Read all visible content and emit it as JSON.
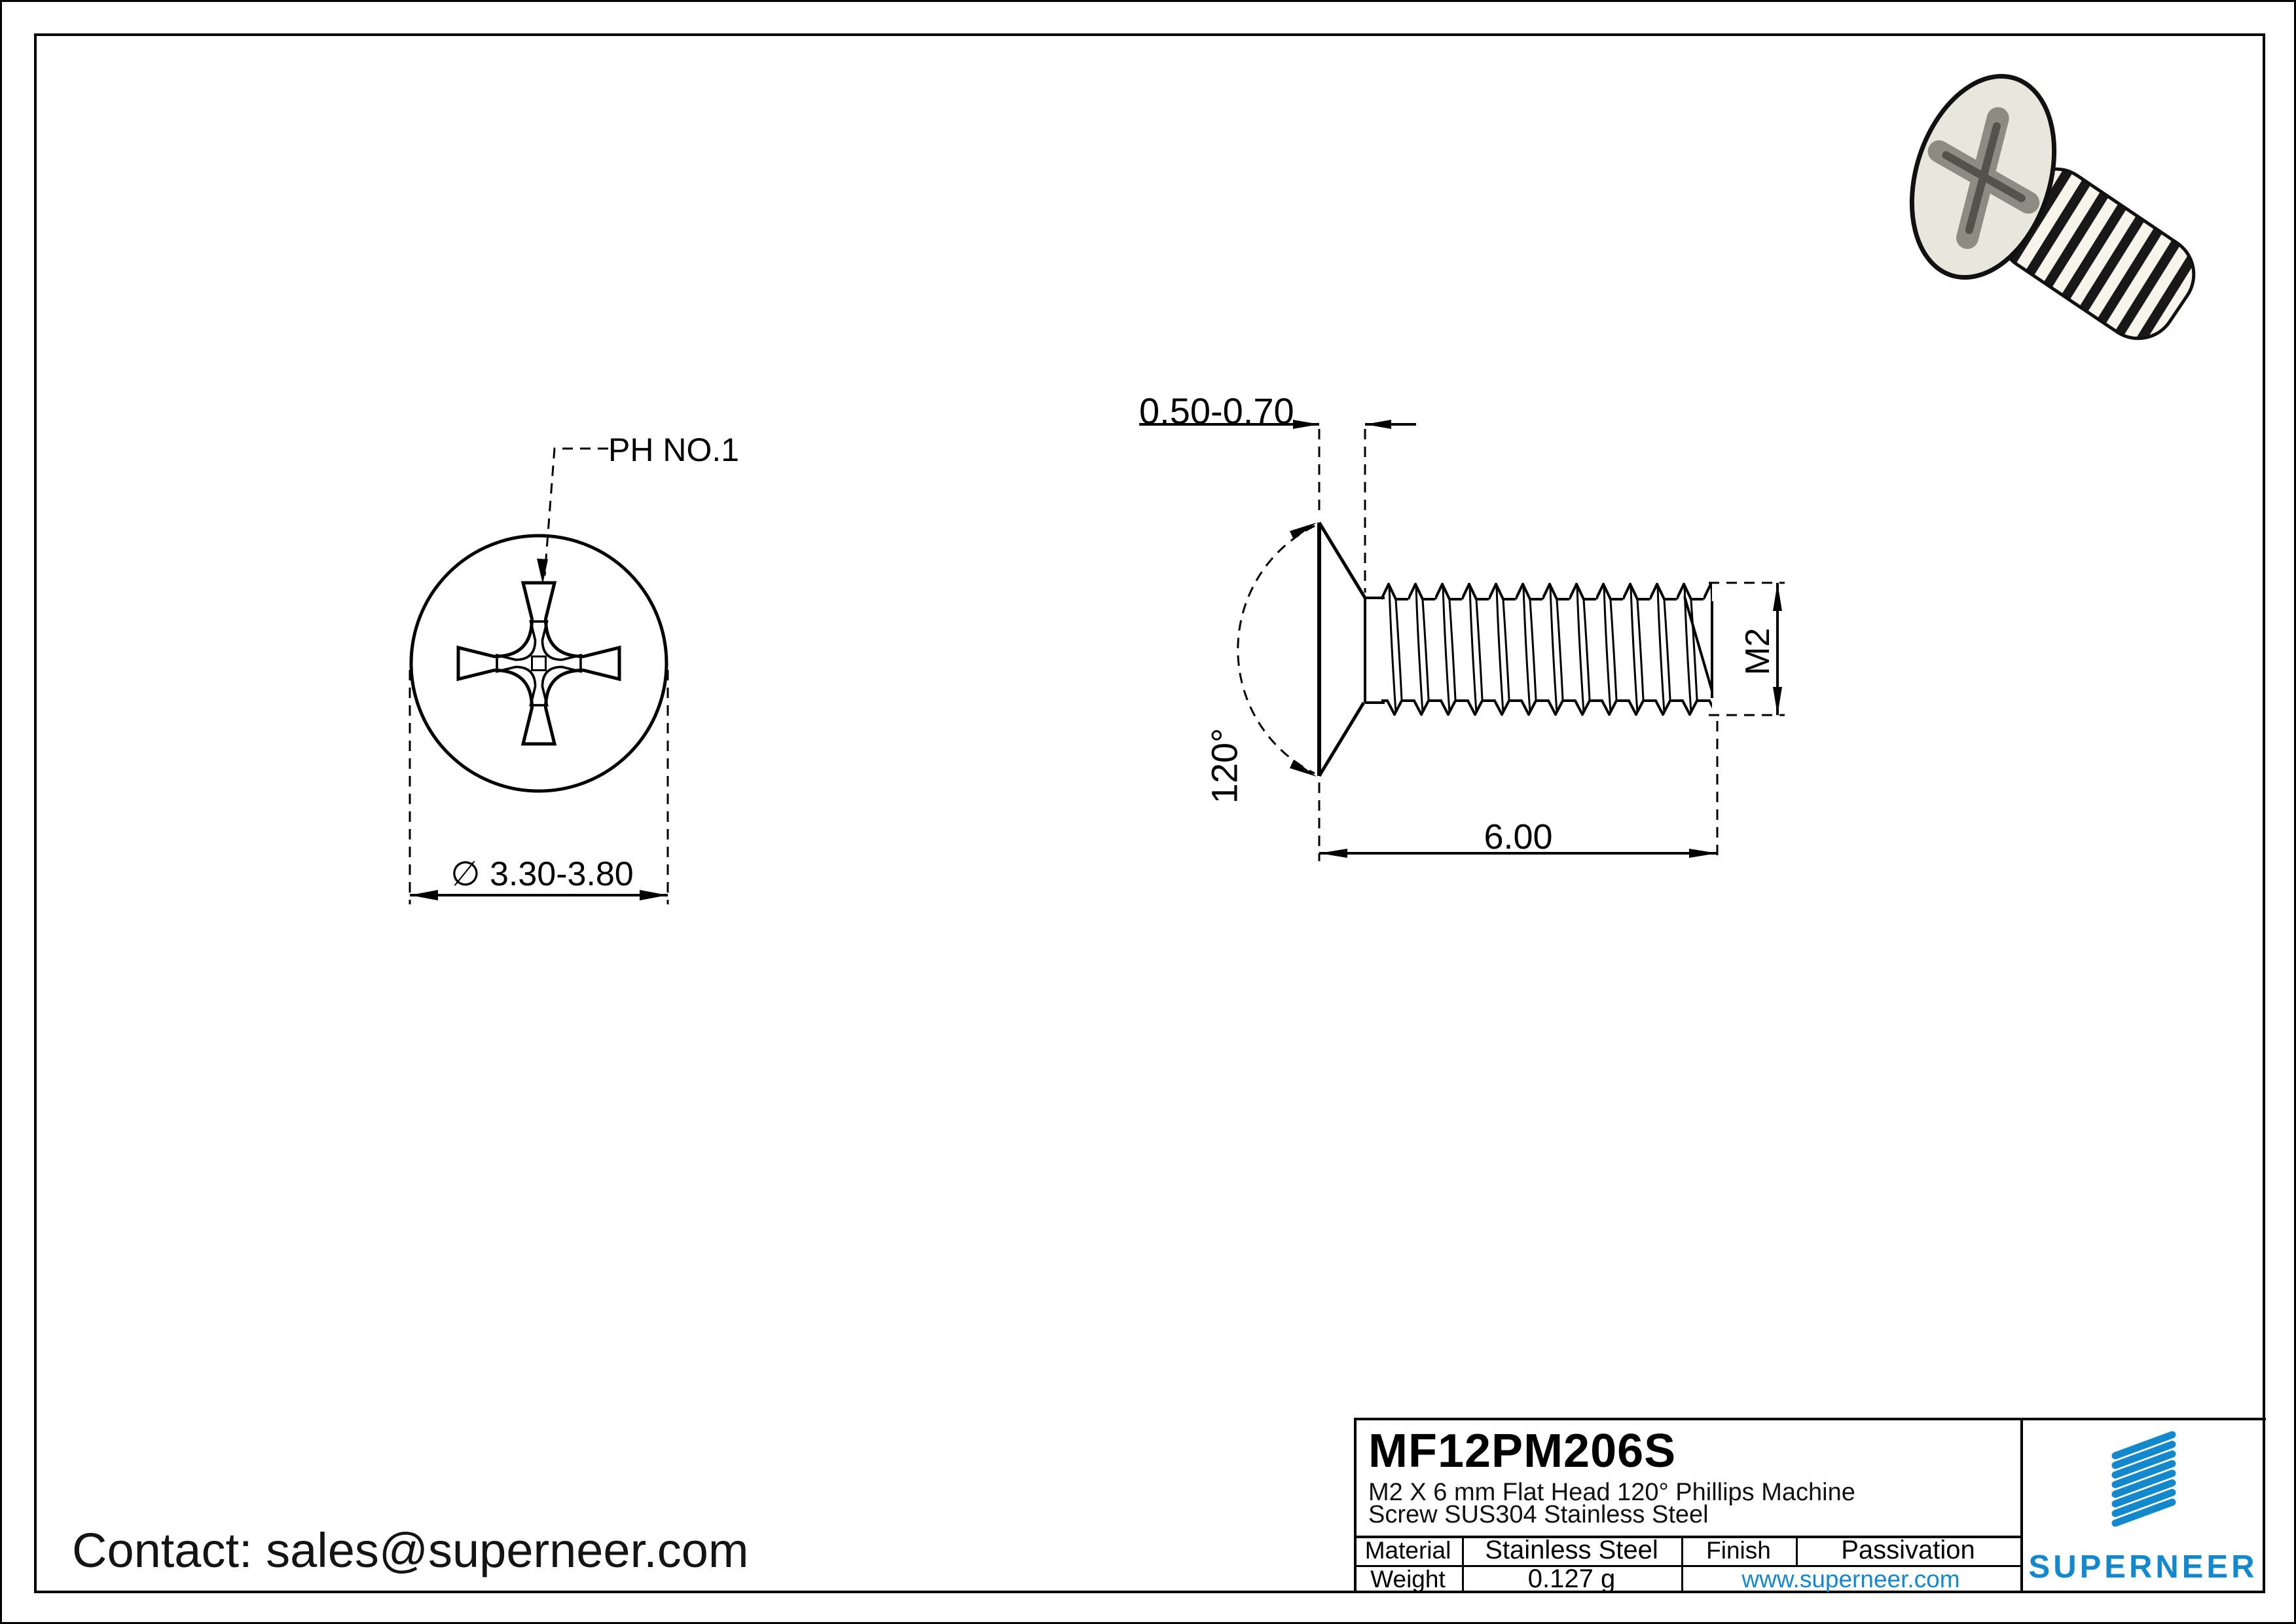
{
  "page": {
    "background": "#ffffff",
    "line_color": "#000000",
    "accent_blue": "#1488cc"
  },
  "contact": {
    "label": "Contact: sales@superneer.com"
  },
  "front_view": {
    "callout": "PH NO.1",
    "diameter_dim": "∅ 3.30-3.80"
  },
  "side_view": {
    "head_height_dim": "0.50-0.70",
    "angle_dim": "120°",
    "thread_dim": "M2",
    "length_dim": "6.00"
  },
  "title_block": {
    "part_number": "MF12PM206S",
    "description_line1": "M2 X 6 mm  Flat Head 120° Phillips Machine",
    "description_line2": "Screw SUS304 Stainless Steel",
    "material_label": "Material",
    "material_value": "Stainless Steel",
    "finish_label": "Finish",
    "finish_value": "Passivation",
    "weight_label": "Weight",
    "weight_value": "0.127 g",
    "website": "www.superneer.com",
    "brand": "SUPERNEER"
  }
}
